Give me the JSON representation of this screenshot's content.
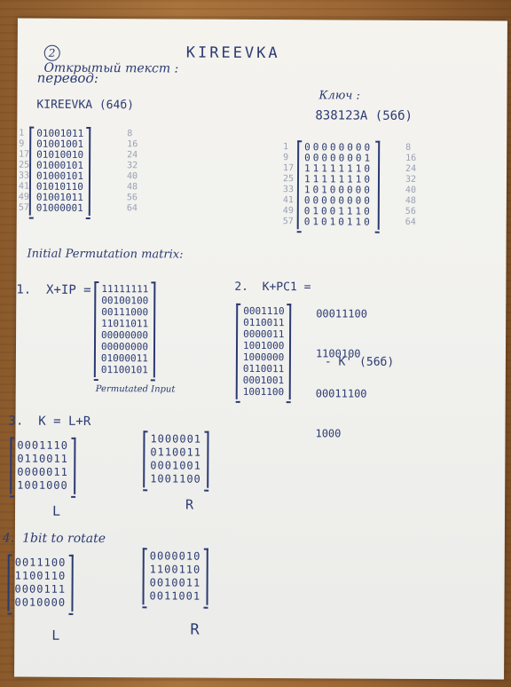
{
  "title": {
    "num": "2",
    "label": "Открытый текст :",
    "value": "KIREEVKA"
  },
  "perevod_label": "перевод:",
  "plain_bits_label": "KIREEVKA (64б)",
  "key_label": "Ключ :",
  "key_value": "838123A (56б)",
  "plain_matrix": {
    "rows": [
      "01001011",
      "01001001",
      "01010010",
      "01000101",
      "01000101",
      "01010110",
      "01001011",
      "01000001"
    ],
    "left_nums": [
      "1",
      "9",
      "17",
      "25",
      "33",
      "41",
      "49",
      "57"
    ],
    "right_nums": [
      "8",
      "16",
      "24",
      "32",
      "40",
      "48",
      "56",
      "64"
    ]
  },
  "key_matrix": {
    "rows": [
      "00000000",
      "00000001",
      "11111110",
      "11111110",
      "10100000",
      "00000000",
      "01001110",
      "01010110"
    ],
    "left_nums": [
      "1",
      "9",
      "17",
      "25",
      "33",
      "41",
      "49",
      "57"
    ],
    "right_nums": [
      "8",
      "16",
      "24",
      "32",
      "40",
      "48",
      "56",
      "64"
    ]
  },
  "initial_perm_label": "Initial Permutation matrix:",
  "step1": {
    "label": "1.  X+IP =",
    "rows": [
      "11111111",
      "00100100",
      "00111000",
      "11011011",
      "00000000",
      "00000000",
      "01000011",
      "01100101"
    ],
    "caption": "Permutated Input"
  },
  "step2": {
    "label": "2.  K+PC1 =",
    "lines": [
      "00011100",
      "1100100",
      "00011100",
      "1000"
    ],
    "rows": [
      "0001110",
      "0110011",
      "0000011",
      "1001000",
      "1000000",
      "0110011",
      "0001001",
      "1001100"
    ],
    "note": "- K' (56б)"
  },
  "step3": {
    "label": "3.  K = L+R",
    "L": [
      "0001110",
      "0110011",
      "0000011",
      "1001000"
    ],
    "R": [
      "1000001",
      "0110011",
      "0001001",
      "1001100"
    ],
    "L_label": "L",
    "R_label": "R"
  },
  "step4": {
    "label": "4.  1bit to rotate",
    "L": [
      "0011100",
      "1100110",
      "0000111",
      "0010000"
    ],
    "R": [
      "0000010",
      "1100110",
      "0010011",
      "0011001"
    ],
    "L_label": "L",
    "R_label": "R"
  }
}
